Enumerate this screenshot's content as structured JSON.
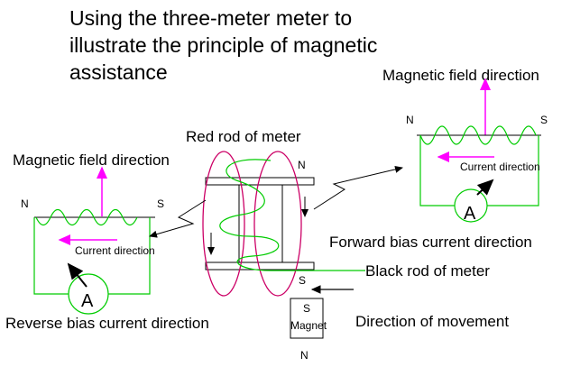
{
  "title": {
    "line1": "Using the three-meter meter to",
    "line2": "illustrate the principle of magnetic",
    "line3": "assistance"
  },
  "labels": {
    "field_direction_right": "Magnetic field direction",
    "field_direction_left": "Magnetic field direction",
    "red_rod": "Red rod of meter",
    "black_rod": "Black rod of meter",
    "forward_bias": "Forward bias current direction",
    "reverse_bias": "Reverse bias current direction",
    "movement": "Direction of movement",
    "current_left": "Current direction",
    "current_right": "Current direction"
  },
  "poles": {
    "left_n": "N",
    "left_s": "S",
    "right_n": "N",
    "right_s": "S",
    "coil_n": "N",
    "coil_s": "S",
    "magnet_s": "S",
    "magnet_n": "N"
  },
  "magnet": {
    "label": "Magnet"
  },
  "meters": {
    "left": "A",
    "right": "A"
  },
  "colors": {
    "wire": "#00cc00",
    "coil": "#cc0066",
    "field_arrow": "#ff00ff",
    "ink": "#000000"
  }
}
